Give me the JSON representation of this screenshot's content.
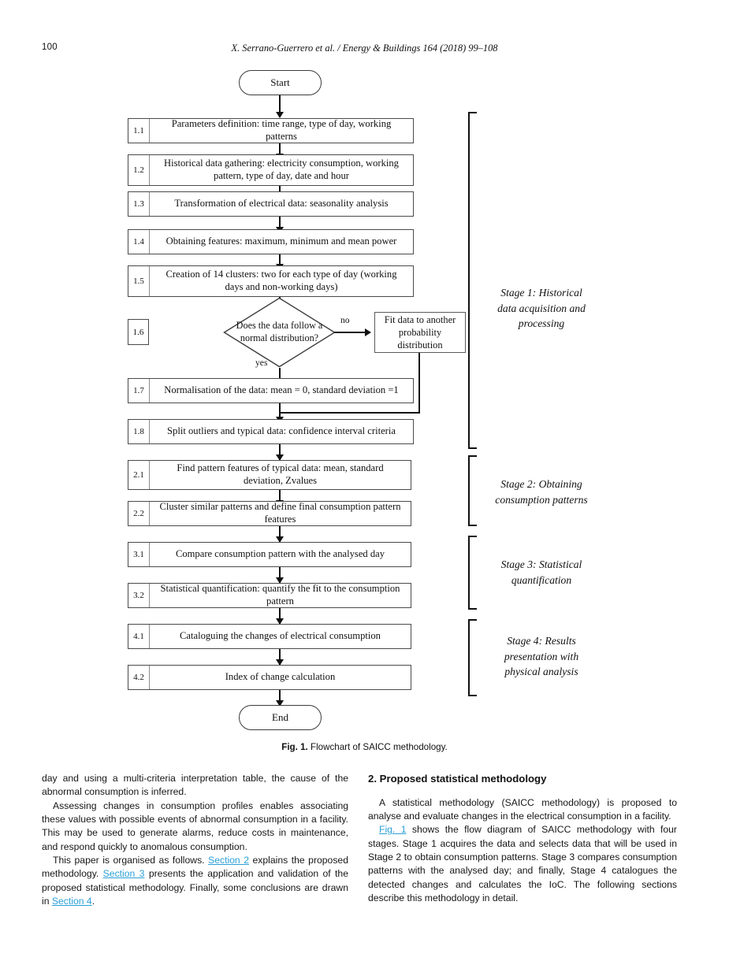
{
  "running_head": {
    "folio": "100",
    "journal_line": "X. Serrano-Guerrero et al. / Energy & Buildings 164 (2018) 99–108"
  },
  "figure": {
    "caption_prefix": "Fig. 1.",
    "caption_text": "Flowchart of SAICC methodology.",
    "start_label": "Start",
    "end_label": "End",
    "decision": {
      "number": "1.6",
      "text": "Does the data follow a normal distribution?",
      "yes_label": "yes",
      "no_label": "no"
    },
    "alt_box": {
      "text": "Fit data to another probability distribution"
    },
    "steps": [
      {
        "number": "1.1",
        "text": "Parameters definition: time range, type of day, working patterns"
      },
      {
        "number": "1.2",
        "text": "Historical data gathering: electricity consumption, working pattern, type of day, date and hour"
      },
      {
        "number": "1.3",
        "text": "Transformation of electrical data: seasonality analysis"
      },
      {
        "number": "1.4",
        "text": "Obtaining features: maximum, minimum and mean power"
      },
      {
        "number": "1.5",
        "text": "Creation of 14 clusters: two for each type of day (working days and non-working days)"
      },
      {
        "number": "1.7",
        "text": "Normalisation of the data: mean = 0, standard deviation =1"
      },
      {
        "number": "1.8",
        "text": "Split outliers and typical data: confidence interval criteria"
      },
      {
        "number": "2.1",
        "text": "Find pattern features of typical data: mean, standard deviation, Zvalues"
      },
      {
        "number": "2.2",
        "text": "Cluster similar patterns and define final consumption pattern features"
      },
      {
        "number": "3.1",
        "text": "Compare consumption pattern with the analysed day"
      },
      {
        "number": "3.2",
        "text": "Statistical quantification: quantify the fit to the consumption pattern"
      },
      {
        "number": "4.1",
        "text": "Cataloguing the changes of electrical consumption"
      },
      {
        "number": "4.2",
        "text": "Index of change calculation"
      }
    ],
    "stages": [
      {
        "line1": "Stage 1:  Historical",
        "line2": "data acquisition and",
        "line3": "processing"
      },
      {
        "line1": "Stage 2: Obtaining",
        "line2": "consumption patterns",
        "line3": ""
      },
      {
        "line1": "Stage 3: Statistical",
        "line2": "quantification",
        "line3": ""
      },
      {
        "line1": "Stage 4: Results",
        "line2": "presentation with",
        "line3": "physical analysis"
      }
    ]
  },
  "body": {
    "left_column": {
      "p1": "day and using a multi-criteria interpretation table, the cause of the abnormal consumption is inferred.",
      "p2": "Assessing changes in consumption profiles enables associating these values with possible events of abnormal consumption in a facility. This may be used to generate alarms, reduce costs in maintenance, and respond quickly to anomalous consumption.",
      "p3_a": "This paper is organised as follows. ",
      "p3_link1": "Section 2",
      "p3_b": " explains the proposed methodology. ",
      "p3_link2": "Section 3",
      "p3_c": " presents the application and validation of the proposed statistical methodology. Finally, some conclusions are drawn in ",
      "p3_link3": "Section 4",
      "p3_d": "."
    },
    "right_column": {
      "heading": "2. Proposed statistical methodology",
      "p1": "A statistical methodology (SAICC methodology) is proposed to analyse and evaluate changes in the electrical consumption in a facility.",
      "p2_link": "Fig. 1",
      "p2_text": " shows the flow diagram of SAICC methodology with four stages. Stage 1 acquires the data and selects data that will be used in Stage 2 to obtain consumption patterns. Stage 3 compares consumption patterns with the analysed day; and finally, Stage 4 catalogues the detected changes and calculates the IoC. The following sections describe this methodology in detail."
    }
  }
}
